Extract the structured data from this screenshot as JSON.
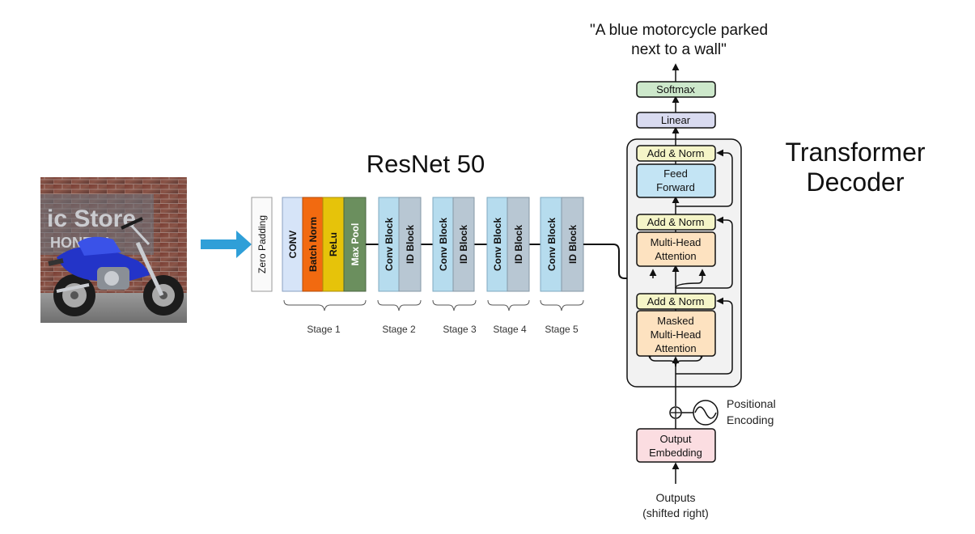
{
  "image": {
    "subject": "blue-motorcycle-photo",
    "wall_text": "ic Store",
    "wall_text2": "HONE - L"
  },
  "resnet": {
    "title": "ResNet 50",
    "zero_padding": "Zero  Padding",
    "stage1": {
      "conv": "CONV",
      "batch_norm": "Batch Norm",
      "relu": "ReLu",
      "max_pool": "Max Pool",
      "label": "Stage 1"
    },
    "stages": [
      {
        "conv_block": "Conv Block",
        "id_block": "ID Block",
        "label": "Stage 2"
      },
      {
        "conv_block": "Conv Block",
        "id_block": "ID Block",
        "label": "Stage 3"
      },
      {
        "conv_block": "Conv Block",
        "id_block": "ID Block",
        "label": "Stage 4"
      },
      {
        "conv_block": "Conv Block",
        "id_block": "ID Block",
        "label": "Stage 5"
      }
    ]
  },
  "decoder": {
    "title_line1": "Transformer",
    "title_line2": "Decoder",
    "caption_line1": "\"A blue motorcycle parked",
    "caption_line2": "next to a wall\"",
    "softmax": "Softmax",
    "linear": "Linear",
    "add_norm": "Add & Norm",
    "feed_forward_line1": "Feed",
    "feed_forward_line2": "Forward",
    "mha_line1": "Multi-Head",
    "mha_line2": "Attention",
    "masked_line1": "Masked",
    "masked_line2": "Multi-Head",
    "masked_line3": "Attention",
    "positional_line1": "Positional",
    "positional_line2": "Encoding",
    "embedding_line1": "Output",
    "embedding_line2": "Embedding",
    "outputs_line1": "Outputs",
    "outputs_line2": "(shifted right)"
  },
  "colors": {
    "conv": "#d6e4f8",
    "batch_norm": "#f26a10",
    "relu": "#e6c30a",
    "max_pool": "#6b8f5e",
    "conv_block": "#b6dcee",
    "id_block": "#b8c7d3",
    "softmax": "#cde8cb",
    "linear": "#d9dbf0",
    "add_norm": "#f5f5c8",
    "feed_forward": "#c3e4f4",
    "attention": "#fde2c0",
    "embedding": "#fbdde1",
    "arrow": "#2f9fd8"
  }
}
